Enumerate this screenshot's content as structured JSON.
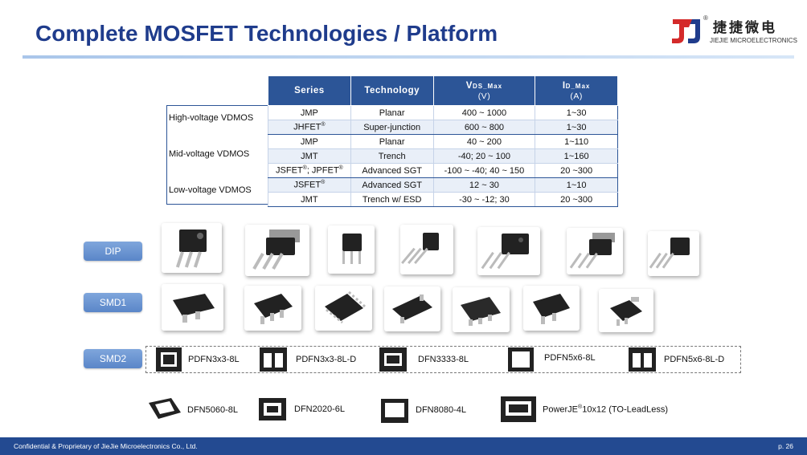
{
  "slide": {
    "title": "Complete MOSFET Technologies / Platform",
    "logo_cn": "捷捷微电",
    "logo_en": "JIEJIE MICROELECTRONICS",
    "logo_reg": "®",
    "footer": "Confidential & Proprietary of JieJie Microelectronics Co., Ltd.",
    "page": "p. 26"
  },
  "table": {
    "headers": {
      "series": "Series",
      "technology": "Technology",
      "vds_main": "V",
      "vds_sub": "DS_Max",
      "vds_unit": "(V)",
      "id_main": "I",
      "id_sub": "D_Max",
      "id_unit": "(A)"
    },
    "groups": [
      "High-voltage VDMOS",
      "Mid-voltage VDMOS",
      "Low-voltage VDMOS"
    ],
    "rows": [
      {
        "series": "JMP",
        "tech": "Planar",
        "vds": "400 ~ 1000",
        "id": "1~30"
      },
      {
        "series": "JHFET",
        "tech": "Super-junction",
        "vds": "600 ~ 800",
        "id": "1~30"
      },
      {
        "series": "JMP",
        "tech": "Planar",
        "vds": "40 ~ 200",
        "id": "1~110"
      },
      {
        "series": "JMT",
        "tech": "Trench",
        "vds": "-40; 20 ~ 100",
        "id": "1~160"
      },
      {
        "series_a": "JSFET",
        "series_b": "; JPFET",
        "tech": "Advanced SGT",
        "vds": "-100 ~ -40; 40 ~ 150",
        "id": "20 ~300"
      },
      {
        "series": "JSFET",
        "tech": "Advanced SGT",
        "vds": "12 ~ 30",
        "id": "1~10"
      },
      {
        "series": "JMT",
        "tech": "Trench w/ ESD",
        "vds": "-30 ~ -12; 30",
        "id": "20 ~300"
      }
    ]
  },
  "packages": {
    "categories": [
      "DIP",
      "SMD1",
      "SMD2"
    ],
    "smd2_row1": [
      "PDFN3x3-8L",
      "PDFN3x3-8L-D",
      "DFN3333-8L",
      "PDFN5x6-8L",
      "PDFN5x6-8L-D"
    ],
    "smd2_row2": [
      "DFN5060-8L",
      "DFN2020-6L",
      "DFN8080-4L"
    ],
    "powerje_a": "PowerJE",
    "powerje_reg": "®",
    "powerje_b": "10x12 (TO-LeadLess)"
  },
  "colors": {
    "brand_blue": "#1f3c8c",
    "header_blue": "#2c5597",
    "pill_blue": "#6e97d3",
    "logo_red": "#d42a2a"
  }
}
